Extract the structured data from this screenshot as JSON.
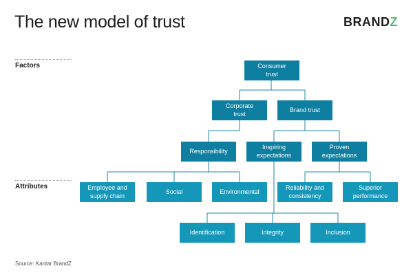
{
  "title": "The new model of trust",
  "logo": {
    "brand": "BRAND",
    "z": "Z"
  },
  "labels": {
    "factors": "Factors",
    "attributes": "Attributes"
  },
  "source": "Source: Kantar BrandZ",
  "colors": {
    "factor_box": "#0e7fa0",
    "attribute_box": "#1497b9",
    "connector_line": "#1d84a3",
    "logo_z_gradient_start": "#8dc63f",
    "logo_z_gradient_end": "#00b0b9",
    "title_text": "#1d1d1b"
  },
  "nodes": {
    "consumer_trust": {
      "label": "Consumer\ntrust",
      "group": "factor"
    },
    "corporate_trust": {
      "label": "Corporate\ntrust",
      "group": "factor"
    },
    "brand_trust": {
      "label": "Brand trust",
      "group": "factor"
    },
    "responsibility": {
      "label": "Responsibility",
      "group": "factor"
    },
    "inspiring_expectations": {
      "label": "Inspiring\nexpectations",
      "group": "factor"
    },
    "proven_expectations": {
      "label": "Proven\nexpectations",
      "group": "factor"
    },
    "employee_supply_chain": {
      "label": "Employee and\nsupply chain",
      "group": "attribute"
    },
    "social": {
      "label": "Social",
      "group": "attribute"
    },
    "environmental": {
      "label": "Environmental",
      "group": "attribute"
    },
    "reliability_consistency": {
      "label": "Reliability and\nconsistency",
      "group": "attribute"
    },
    "superior_performance": {
      "label": "Superior\nperformance",
      "group": "attribute"
    },
    "identification": {
      "label": "Identification",
      "group": "attribute"
    },
    "integrity": {
      "label": "Integrity",
      "group": "attribute"
    },
    "inclusion": {
      "label": "Inclusion",
      "group": "attribute"
    }
  },
  "edges": [
    {
      "from": "consumer_trust",
      "to": [
        "corporate_trust",
        "brand_trust"
      ]
    },
    {
      "from": "corporate_trust",
      "to": [
        "responsibility"
      ]
    },
    {
      "from": "brand_trust",
      "to": [
        "inspiring_expectations",
        "proven_expectations"
      ]
    },
    {
      "from": "responsibility",
      "to": [
        "employee_supply_chain",
        "social",
        "environmental"
      ]
    },
    {
      "from": "proven_expectations",
      "to": [
        "reliability_consistency",
        "superior_performance"
      ]
    },
    {
      "from": "inspiring_expectations",
      "to": [
        "identification",
        "integrity",
        "inclusion"
      ]
    }
  ]
}
